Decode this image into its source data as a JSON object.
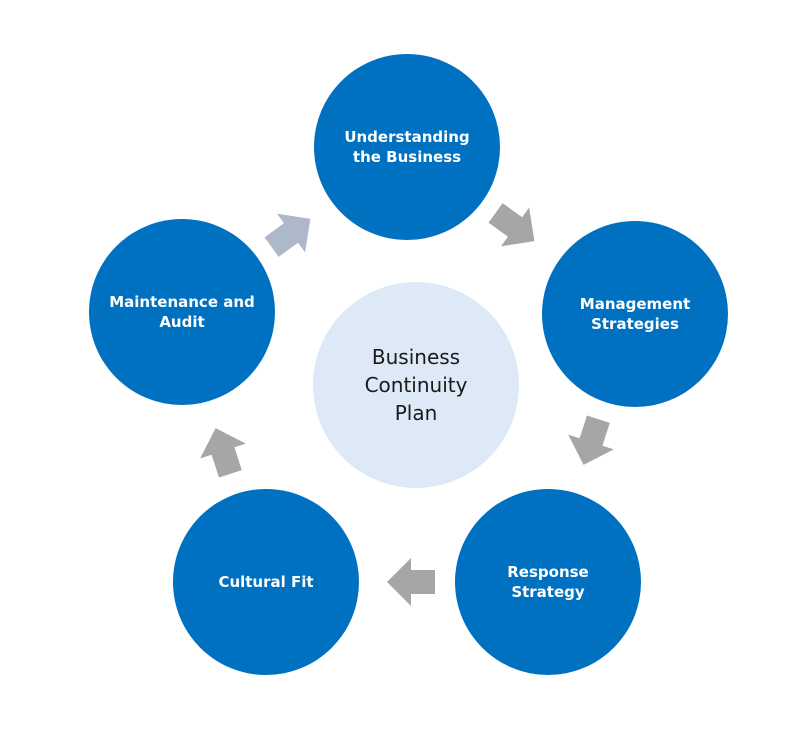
{
  "center": {
    "label": "Business Continuity Plan"
  },
  "stages": [
    {
      "label": "Understanding the Business"
    },
    {
      "label": "Management Strategies"
    },
    {
      "label": "Response Strategy"
    },
    {
      "label": "Cultural Fit"
    },
    {
      "label": "Maintenance and Audit"
    }
  ],
  "colors": {
    "stage_fill": "#0070C0",
    "center_fill": "#DDE9F7",
    "arrow_gray": "#A6A6A6",
    "arrow_blue_gray": "#ADB9CA"
  },
  "icons": {
    "flow_arrows": [
      "arrow-icon",
      "arrow-icon",
      "arrow-icon",
      "arrow-icon",
      "arrow-icon"
    ]
  }
}
